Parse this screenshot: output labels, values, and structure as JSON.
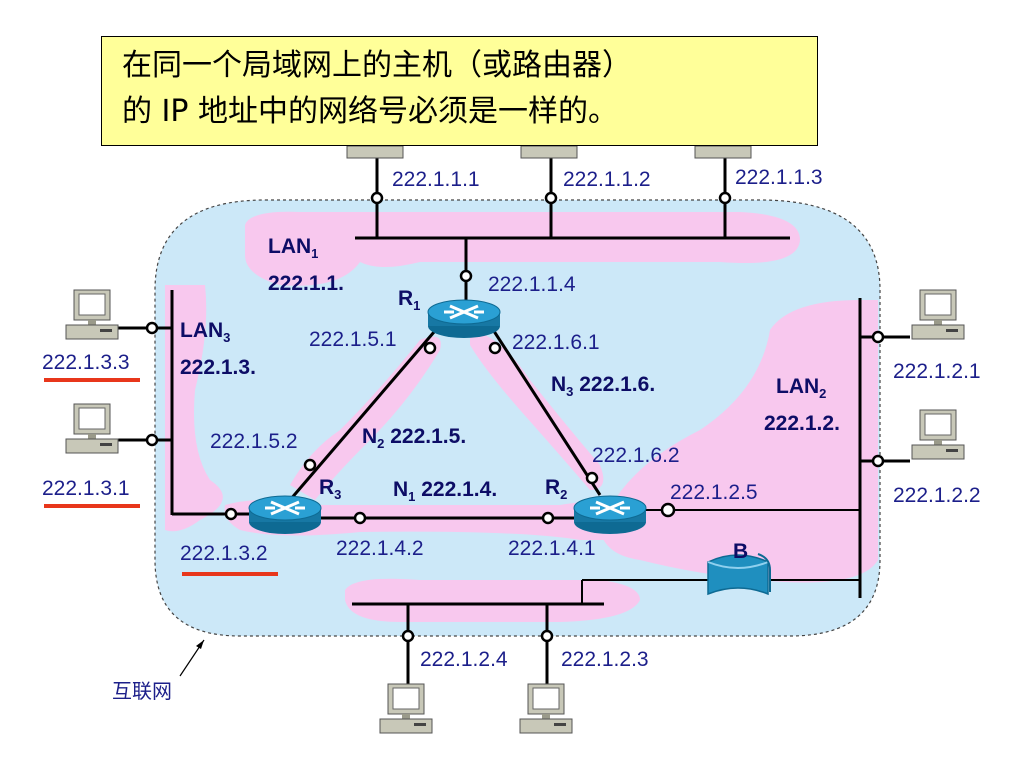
{
  "title": {
    "line1": "在同一个局域网上的主机（或路由器）",
    "line2": "的 IP 地址中的网络号必须是一样的。"
  },
  "internet_label": "互联网",
  "lans": {
    "lan1": {
      "name": "LAN",
      "sub": "1",
      "network": "222.1.1."
    },
    "lan2": {
      "name": "LAN",
      "sub": "2",
      "network": "222.1.2."
    },
    "lan3": {
      "name": "LAN",
      "sub": "3",
      "network": "222.1.3."
    }
  },
  "links": {
    "n1": {
      "name": "N",
      "sub": "1",
      "network": "222.1.4."
    },
    "n2": {
      "name": "N",
      "sub": "2",
      "network": "222.1.5."
    },
    "n3": {
      "name": "N",
      "sub": "3",
      "network": "222.1.6."
    }
  },
  "routers": {
    "r1": {
      "name": "R",
      "sub": "1"
    },
    "r2": {
      "name": "R",
      "sub": "2"
    },
    "r3": {
      "name": "R",
      "sub": "3"
    }
  },
  "bridge": {
    "name": "B"
  },
  "addresses": {
    "h1": "222.1.1.1",
    "h2": "222.1.1.2",
    "h3": "222.1.1.3",
    "r1_lan1": "222.1.1.4",
    "r1_n2": "222.1.5.1",
    "r1_n3": "222.1.6.1",
    "r3_n2": "222.1.5.2",
    "r2_n3": "222.1.6.2",
    "r2_lan2": "222.1.2.5",
    "r3_lan3": "222.1.3.2",
    "r3_n1": "222.1.4.2",
    "r2_n1": "222.1.4.1",
    "h_lan3_top": "222.1.3.3",
    "h_lan3_bottom": "222.1.3.1",
    "h_lan2_top": "222.1.2.1",
    "h_lan2_bottom": "222.1.2.2",
    "h_bottom_left": "222.1.2.4",
    "h_bottom_right": "222.1.2.3"
  },
  "colors": {
    "internet_fill": "#cce8f8",
    "lan_highlight": "#f8c8ee",
    "router": "#1f8fbf",
    "underline": "#e8361b",
    "callout": "#ffff99",
    "text": "#1c1f8a"
  }
}
